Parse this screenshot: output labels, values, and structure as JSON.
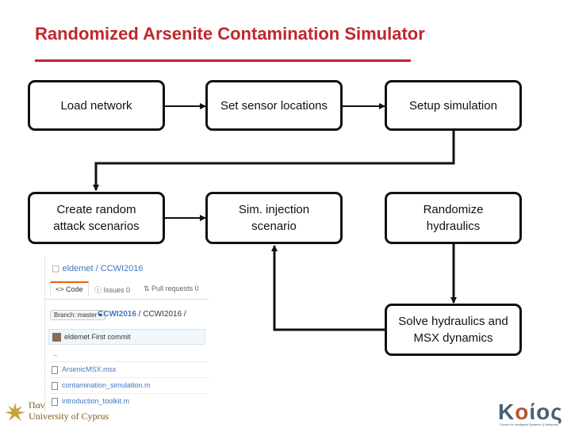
{
  "title": "Randomized Arsenite Contamination Simulator",
  "colors": {
    "title": "#c0272d",
    "box_border": "#111111",
    "arrow": "#111111"
  },
  "nodes": {
    "load_network": "Load network",
    "set_sensor": "Set sensor locations",
    "setup_sim": "Setup simulation",
    "create_random_l1": "Create random",
    "create_random_l2": "attack scenarios",
    "sim_injection_l1": "Sim. injection",
    "sim_injection_l2": "scenario",
    "randomize_l1": "Randomize",
    "randomize_l2": "hydraulics",
    "solve_l1": "Solve hydraulics and",
    "solve_l2": "MSX dynamics"
  },
  "github": {
    "repo": "eldemet / CCWI2016",
    "tabs": {
      "code": "<> Code",
      "issues": "Issues 0",
      "pulls": "Pull requests 0"
    },
    "branch": "Branch: master ▾",
    "path_repo": "CCWI2016",
    "path_rest": " / CCWI2016 /",
    "commit": "eldemet First commit",
    "parent": "..",
    "files": [
      "ArsenicMSX.msx",
      "contamination_simulation.m",
      "introduction_toolkit.m"
    ]
  },
  "logos": {
    "ucy_line1": "Παν",
    "ucy_line2": "University of Cyprus",
    "koios_a": "K",
    "koios_b": "ο",
    "koios_c": "ίος",
    "koios_sub": "Center for Intelligent Systems & Networks"
  }
}
